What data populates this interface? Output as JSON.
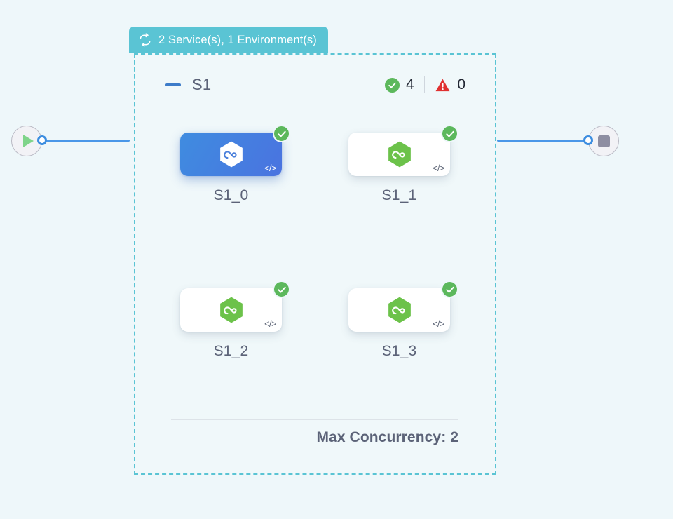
{
  "canvas": {
    "background_color": "#eef7fa"
  },
  "start_node": {
    "name": "start",
    "icon": "play-icon",
    "port": "output-port"
  },
  "end_node": {
    "name": "end",
    "icon": "stop-icon",
    "port": "input-port"
  },
  "group": {
    "badge": {
      "icon": "loop-cycle-icon",
      "label": "2 Service(s), 1 Environment(s)",
      "background_color": "#5ac4d4",
      "text_color": "#ffffff"
    },
    "border_color": "#5ac4d4",
    "toolbar": {
      "collapse_icon": "minus-icon",
      "title": "S1",
      "stats": [
        {
          "icon": "check-circle-icon",
          "value": "4",
          "color": "#5cb85c"
        },
        {
          "icon": "warning-triangle-icon",
          "value": "0",
          "color": "#e03131"
        }
      ]
    },
    "footer": {
      "max_concurrency_label": "Max Concurrency: 2"
    }
  },
  "services": [
    {
      "label": "S1_0",
      "selected": true,
      "status_icon": "check-badge-icon",
      "service_icon": "nodejs-hexagon-icon",
      "code_icon": "</>"
    },
    {
      "label": "S1_1",
      "selected": false,
      "status_icon": "check-badge-icon",
      "service_icon": "nodejs-hexagon-icon",
      "code_icon": "</>"
    },
    {
      "label": "S1_2",
      "selected": false,
      "status_icon": "check-badge-icon",
      "service_icon": "nodejs-hexagon-icon",
      "code_icon": "</>"
    },
    {
      "label": "S1_3",
      "selected": false,
      "status_icon": "check-badge-icon",
      "service_icon": "nodejs-hexagon-icon",
      "code_icon": "</>"
    }
  ]
}
